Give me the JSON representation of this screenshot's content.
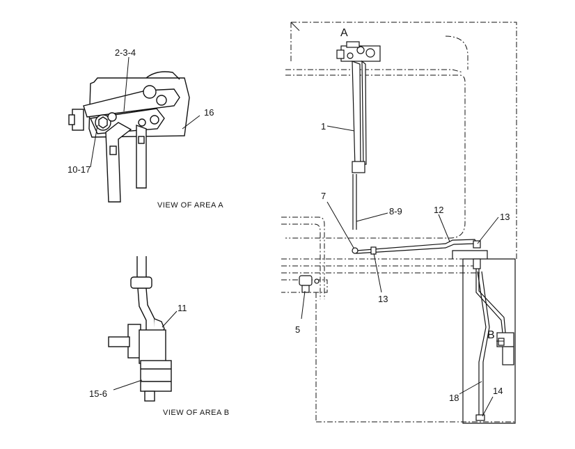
{
  "views": {
    "a": {
      "caption": "VIEW OF AREA A"
    },
    "b": {
      "caption": "VIEW OF AREA B"
    }
  },
  "callouts": {
    "view_a": [
      "2-3-4",
      "16",
      "10-17"
    ],
    "view_b": [
      "11",
      "15-6"
    ],
    "main": [
      "A",
      "1",
      "7",
      "8-9",
      "12",
      "13",
      "13",
      "5",
      "B",
      "18",
      "14"
    ]
  }
}
